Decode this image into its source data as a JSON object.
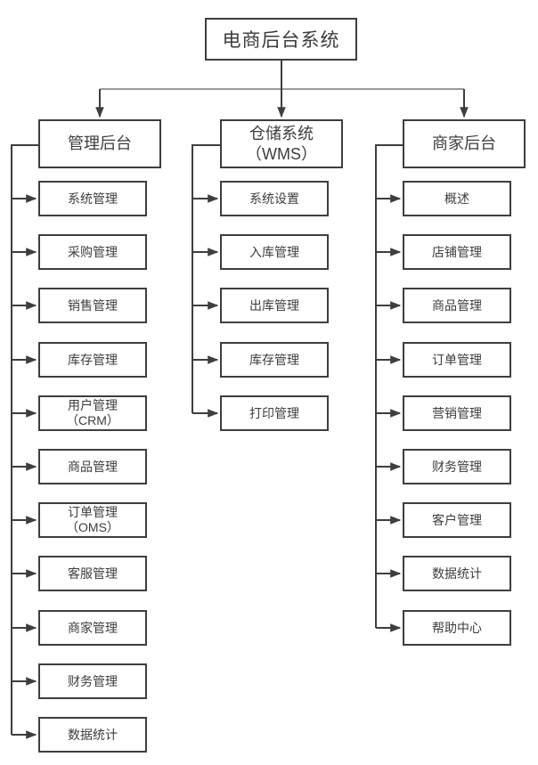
{
  "diagram": {
    "root": {
      "label": "电商后台系统"
    },
    "columns": [
      {
        "header": {
          "line1": "管理后台"
        },
        "items": [
          {
            "line1": "系统管理"
          },
          {
            "line1": "采购管理"
          },
          {
            "line1": "销售管理"
          },
          {
            "line1": "库存管理"
          },
          {
            "line1": "用户管理",
            "line2": "（CRM）"
          },
          {
            "line1": "商品管理"
          },
          {
            "line1": "订单管理",
            "line2": "（OMS）"
          },
          {
            "line1": "客服管理"
          },
          {
            "line1": "商家管理"
          },
          {
            "line1": "财务管理"
          },
          {
            "line1": "数据统计"
          }
        ]
      },
      {
        "header": {
          "line1": "仓储系统",
          "line2": "（WMS）"
        },
        "items": [
          {
            "line1": "系统设置"
          },
          {
            "line1": "入库管理"
          },
          {
            "line1": "出库管理"
          },
          {
            "line1": "库存管理"
          },
          {
            "line1": "打印管理"
          }
        ]
      },
      {
        "header": {
          "line1": "商家后台"
        },
        "items": [
          {
            "line1": "概述"
          },
          {
            "line1": "店铺管理"
          },
          {
            "line1": "商品管理"
          },
          {
            "line1": "订单管理"
          },
          {
            "line1": "营销管理"
          },
          {
            "line1": "财务管理"
          },
          {
            "line1": "客户管理"
          },
          {
            "line1": "数据统计"
          },
          {
            "line1": "帮助中心"
          }
        ]
      }
    ]
  },
  "colors": {
    "line": "#3e3e3e",
    "distribution_line": "#7a7a7a",
    "text": "#3d3d3d",
    "background": "#ffffff"
  }
}
